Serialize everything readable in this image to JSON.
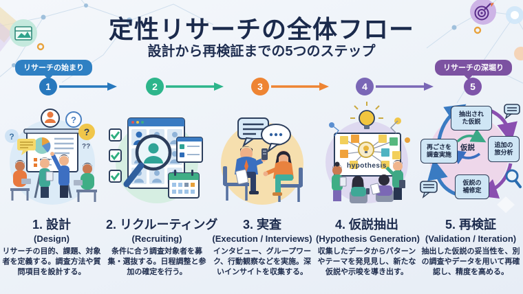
{
  "header": {
    "title": "定性リサーチの全体フロー",
    "subtitle": "設計から再検証までの5つのステップ"
  },
  "badges": {
    "start": {
      "label": "リサーチの始まり",
      "color": "#2f80c3"
    },
    "end": {
      "label": "リサーチの深堀り",
      "color": "#7c52a1"
    }
  },
  "steps": [
    {
      "number": "1",
      "color": "#2778bd",
      "title": "1. 設計",
      "subtitle": "(Design)",
      "description": "リサーチの目的、課題、対象者を定義する。調査方法や質問項目を設計する。"
    },
    {
      "number": "2",
      "color": "#2db58b",
      "title": "2. リクルーティング",
      "subtitle": "(Recruiting)",
      "description": "条件に合う調査対象者を募集・選抜する。日程調整と参加の確定を行う。"
    },
    {
      "number": "3",
      "color": "#ee8433",
      "title": "3. 実査",
      "subtitle": "(Execution / Interviews)",
      "description": "インタビュー、グループワーク、行動観察などを実施。深いインサイトを収集する。"
    },
    {
      "number": "4",
      "color": "#7a67b6",
      "title": "4. 仮説抽出",
      "subtitle": "(Hypothesis Generation)",
      "description": "収集したデータからパターンやテーマを発見見し、新たな仮説や示唆を導き出す。"
    },
    {
      "number": "5",
      "color": "#7e55a9",
      "title": "5. 再検証",
      "subtitle": "(Validation / Iteration)",
      "description": "抽出した仮説の妥当性を、別の調査やデータを用いて再確認し、精度を高める。"
    }
  ],
  "cycle": {
    "top": "抽出され\nた仮説",
    "right": "追加の\n旅分析",
    "bottom": "仮説の\n補修定",
    "left": "再ごさを\n調査実施",
    "center": "仮説"
  },
  "board_label": "hypothesis"
}
